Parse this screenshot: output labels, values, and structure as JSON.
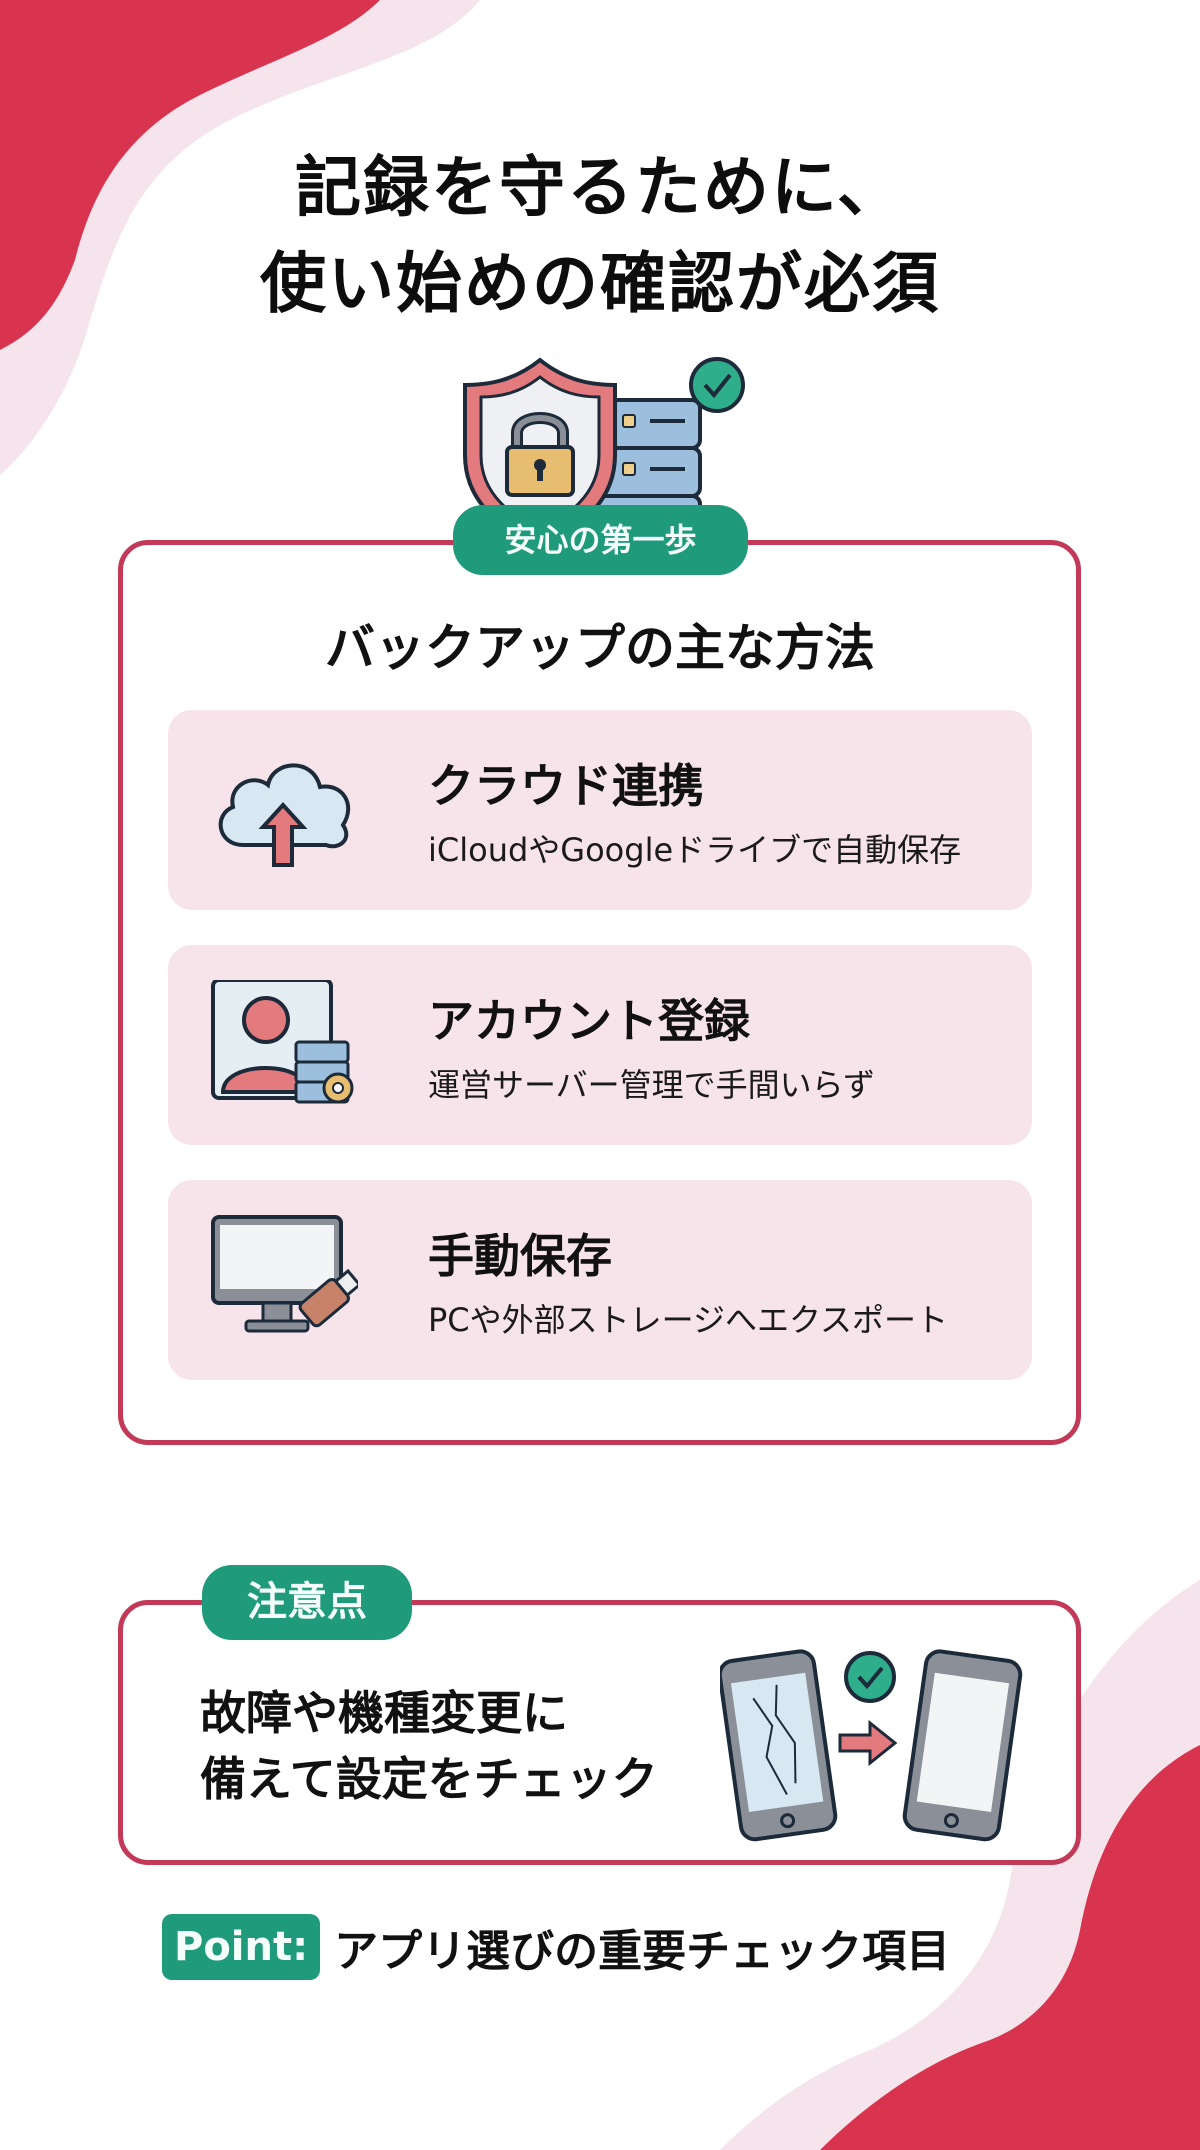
{
  "title": {
    "line1": "記録を守るために、",
    "line2": "使い始めの確認が必須"
  },
  "colors": {
    "accent_red": "#d9344f",
    "wave_light": "#f6e4ec",
    "card_border": "#c23a58",
    "pill_green": "#1f9a7a",
    "item_bg": "#f7e3ea"
  },
  "hero": {
    "icons": [
      "shield-lock-icon",
      "server-icon",
      "check-circle-icon"
    ]
  },
  "main_card": {
    "badge": "安心の第一歩",
    "heading": "バックアップの主な方法",
    "methods": [
      {
        "icon": "cloud-upload-icon",
        "title": "クラウド連携",
        "description": "iCloudやGoogleドライブで自動保存"
      },
      {
        "icon": "account-server-icon",
        "title": "アカウント登録",
        "description": "運営サーバー管理で手間いらず"
      },
      {
        "icon": "computer-usb-icon",
        "title": "手動保存",
        "description": "PCや外部ストレージへエクスポート"
      }
    ]
  },
  "note_card": {
    "badge": "注意点",
    "line1": "故障や機種変更に",
    "line2": "備えて設定をチェック",
    "icon": "phone-transfer-icon"
  },
  "point": {
    "badge": "Point:",
    "text": "アプリ選びの重要チェック項目"
  }
}
